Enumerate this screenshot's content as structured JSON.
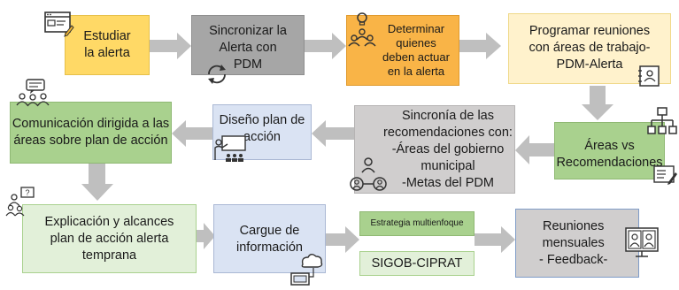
{
  "steps": {
    "estudiar": "Estudiar\nla alerta",
    "sincronizar": "Sincronizar la\nAlerta con\nPDM",
    "determinar": "Determinar\nquienes\ndeben actuar\nen la alerta",
    "programar": "Programar reuniones\ncon áreas de trabajo-\nPDM-Alerta",
    "areas_vs": "Áreas vs\nRecomendaciones",
    "sincronia": "Sincronía de las\nrecomendaciones con:\n-Áreas del gobierno\nmunicipal\n-Metas del PDM",
    "diseno": "Diseño plan de\nacción",
    "comunicacion": "Comunicación dirigida a las\náreas sobre plan de acción",
    "explicacion": "Explicación y alcances\nplan de acción alerta\ntemprana",
    "cargue": "Cargue de\ninformación",
    "estrategia": "Estrategia multienfoque",
    "sigob": "SIGOB-CIPRAT",
    "reuniones": "Reuniones\nmensuales\n- Feedback-"
  },
  "colors": {
    "yellow": "#ffd966",
    "gray": "#a6a6a6",
    "orange": "#f9b447",
    "light_yellow": "#fff2cc",
    "green": "#a9d18e",
    "light_gray": "#d0cece",
    "light_blue": "#dae3f3",
    "light_green": "#c5e0b4",
    "pale_green": "#e2f0d9",
    "arrow": "#bfbfbf"
  },
  "icons": [
    "browser-edit-icon",
    "sync-icon",
    "idea-team-icon",
    "contact-card-icon",
    "org-chart-icon",
    "document-edit-icon",
    "connected-people-icon",
    "presenter-icon",
    "chat-group-icon",
    "question-team-icon",
    "cloud-computer-icon",
    "video-conference-icon"
  ]
}
